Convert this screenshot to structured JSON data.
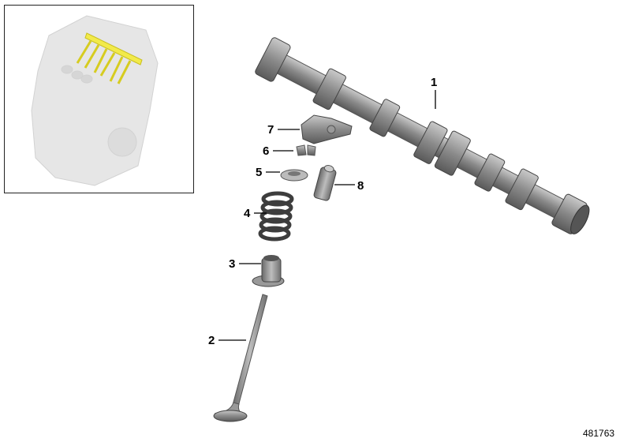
{
  "diagram": {
    "callouts": [
      {
        "number": "1",
        "part": "camshaft"
      },
      {
        "number": "2",
        "part": "valve"
      },
      {
        "number": "3",
        "part": "valve-stem-seal"
      },
      {
        "number": "4",
        "part": "valve-spring"
      },
      {
        "number": "5",
        "part": "spring-retainer"
      },
      {
        "number": "6",
        "part": "valve-keepers"
      },
      {
        "number": "7",
        "part": "rocker-arm"
      },
      {
        "number": "8",
        "part": "hydraulic-lifter"
      }
    ],
    "diagram_number": "481763",
    "inset": {
      "highlight_color": "#f2ea4a",
      "engine_color": "#e6e6e6"
    }
  }
}
